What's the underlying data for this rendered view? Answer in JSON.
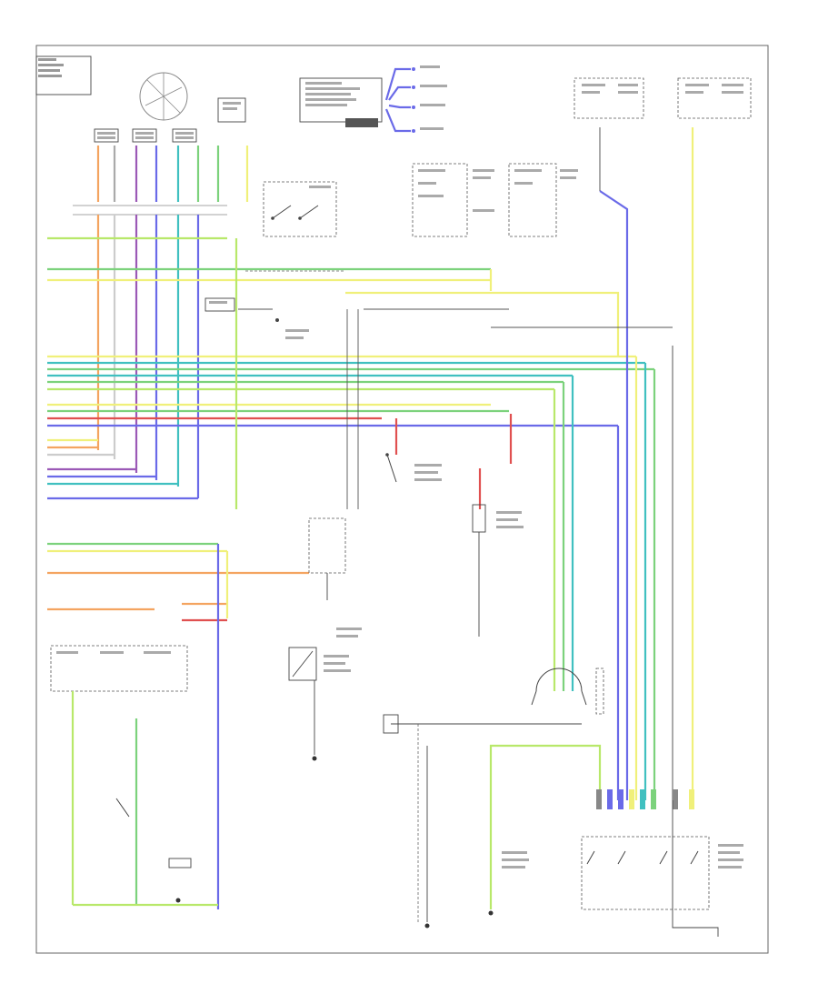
{
  "footer_mark": "",
  "components": [
    {
      "id": "data-link-connector",
      "label": ""
    },
    {
      "id": "ignition-switch",
      "label": ""
    },
    {
      "id": "engine-control-module",
      "label": ""
    },
    {
      "id": "meter-fuse",
      "label": ""
    },
    {
      "id": "fuse-box-main",
      "label": ""
    },
    {
      "id": "fuse-box-secondary",
      "label": ""
    },
    {
      "id": "rear-fuse-box",
      "label": ""
    },
    {
      "id": "shift-lock-solenoid",
      "label": ""
    },
    {
      "id": "brake-switch",
      "label": ""
    },
    {
      "id": "park-neutral-switch",
      "label": ""
    },
    {
      "id": "lockup-solenoid",
      "label": ""
    },
    {
      "id": "shift-solenoid-a",
      "label": ""
    },
    {
      "id": "shift-solenoid-b",
      "label": ""
    },
    {
      "id": "transmission-range-switch",
      "label": ""
    }
  ],
  "colors": {
    "orange": "#f4a460",
    "red": "#e05050",
    "purple": "#9b59b6",
    "blue": "#6a6ae8",
    "teal": "#40c0c0",
    "green": "#7cd27c",
    "yellow": "#f0f07a",
    "lightgreen": "#b8e86a",
    "gray": "#888888",
    "black": "#333333"
  }
}
